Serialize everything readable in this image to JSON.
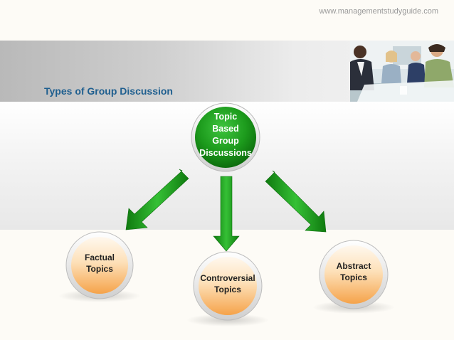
{
  "website": "www.managementstudyguide.com",
  "title": "Types of Group Discussion",
  "nodes": {
    "root": {
      "lines": [
        "Topic",
        "Based",
        "Group",
        "Discussions"
      ]
    },
    "factual": {
      "lines": [
        "Factual",
        "Topics"
      ]
    },
    "controversial": {
      "lines": [
        "Controversial",
        "Topics"
      ]
    },
    "abstract": {
      "lines": [
        "Abstract",
        "Topics"
      ]
    }
  },
  "colors": {
    "title": "#1f5f8f",
    "root_fill": "#1c9a1c",
    "arrow": "#22b022",
    "leaf_fill_top": "#fff6e8",
    "leaf_fill_bottom": "#f6a84a",
    "leaf_ring": "#d0d0d0"
  }
}
